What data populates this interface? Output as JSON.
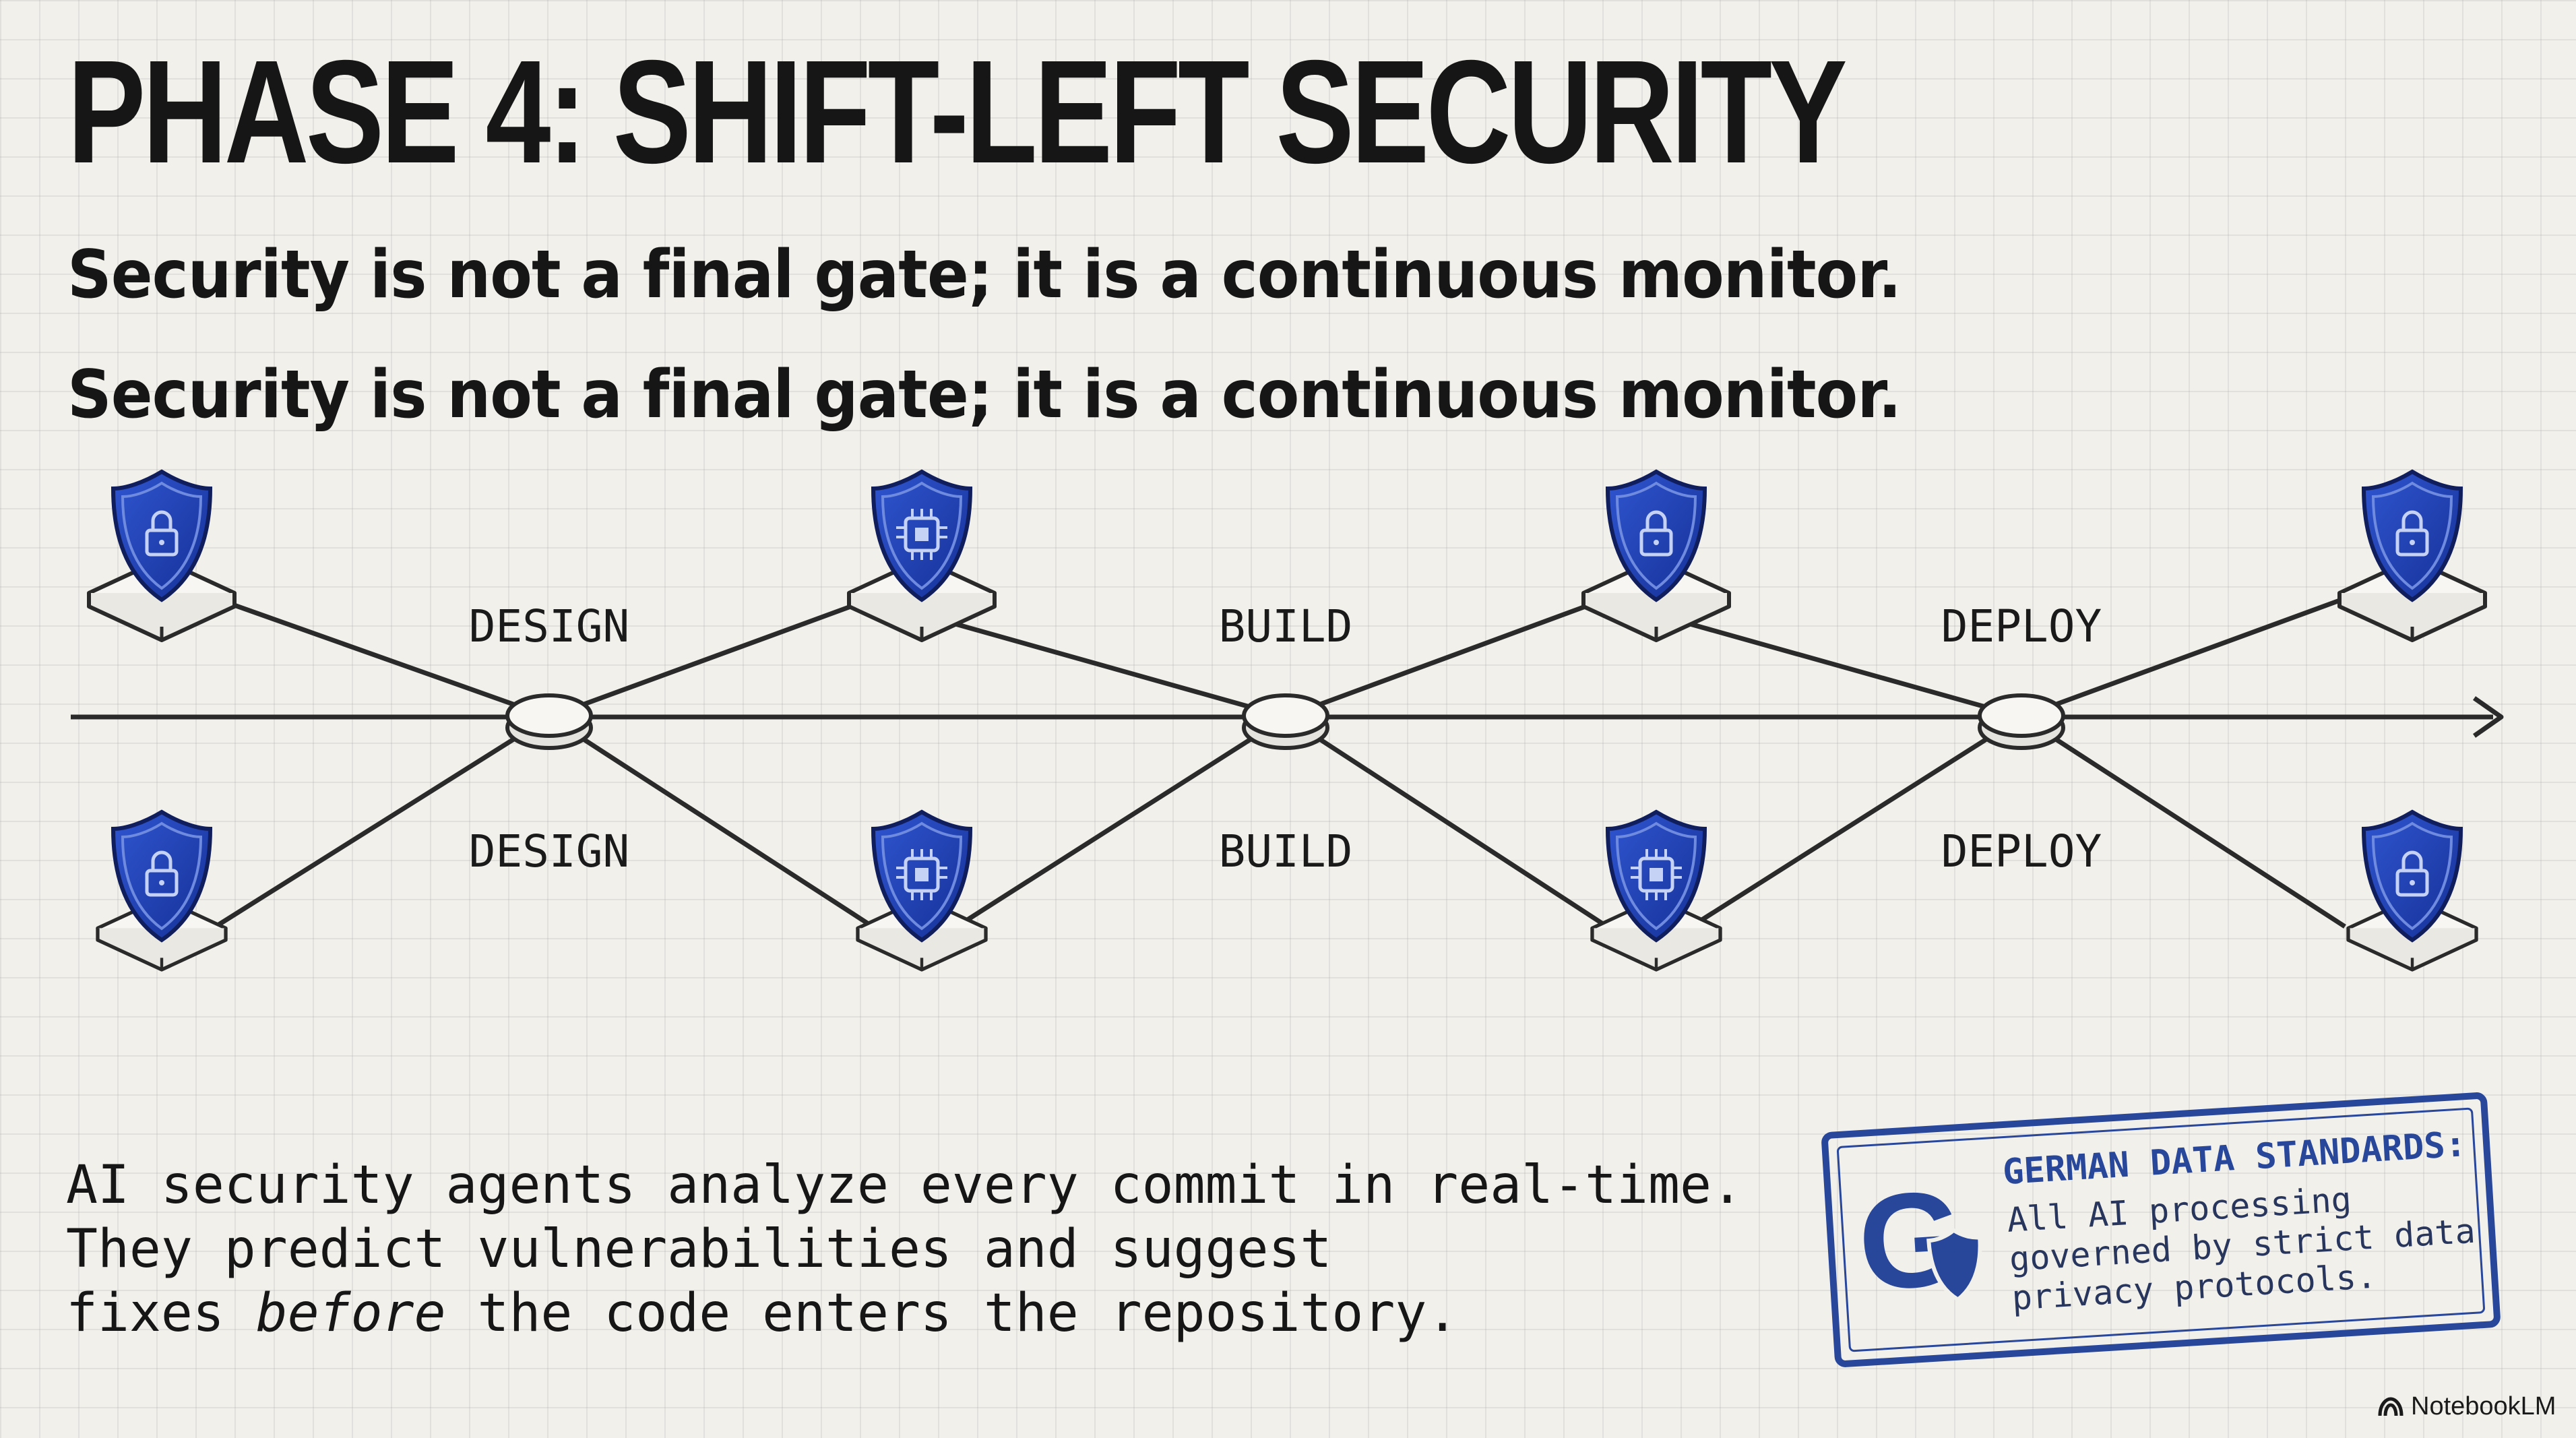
{
  "title": "PHASE 4: SHIFT-LEFT SECURITY",
  "subtitle_lines": [
    "Security is not a final gate; it is a continuous monitor.",
    "Security is not a final gate; it is a continuous monitor."
  ],
  "stages": {
    "top": [
      "DESIGN",
      "BUILD",
      "DEPLOY"
    ],
    "bottom": [
      "DESIGN",
      "BUILD",
      "DEPLOY"
    ]
  },
  "shield_icons": {
    "top": [
      "lock-shield-icon",
      "chip-shield-icon",
      "lock-shield-icon",
      "lock-shield-icon"
    ],
    "bottom": [
      "lock-shield-icon",
      "chip-shield-icon",
      "chip-shield-icon",
      "lock-shield-icon"
    ]
  },
  "description": {
    "line1": "AI security agents analyze every commit in real-time.",
    "line2": "They predict vulnerabilities and suggest",
    "line3_start": "fixes ",
    "line3_emph": "before",
    "line3_end": " the code enters the repository."
  },
  "stamp": {
    "logo_letter": "G",
    "heading": "GERMAN DATA STANDARDS:",
    "body": "All AI processing governed by strict data privacy protocols."
  },
  "brand": "NotebookLM",
  "colors": {
    "background": "#f1f0ea",
    "ink": "#1a1a1a",
    "shield_blue": "#1f3fae",
    "stamp_blue": "#1e3f97"
  }
}
